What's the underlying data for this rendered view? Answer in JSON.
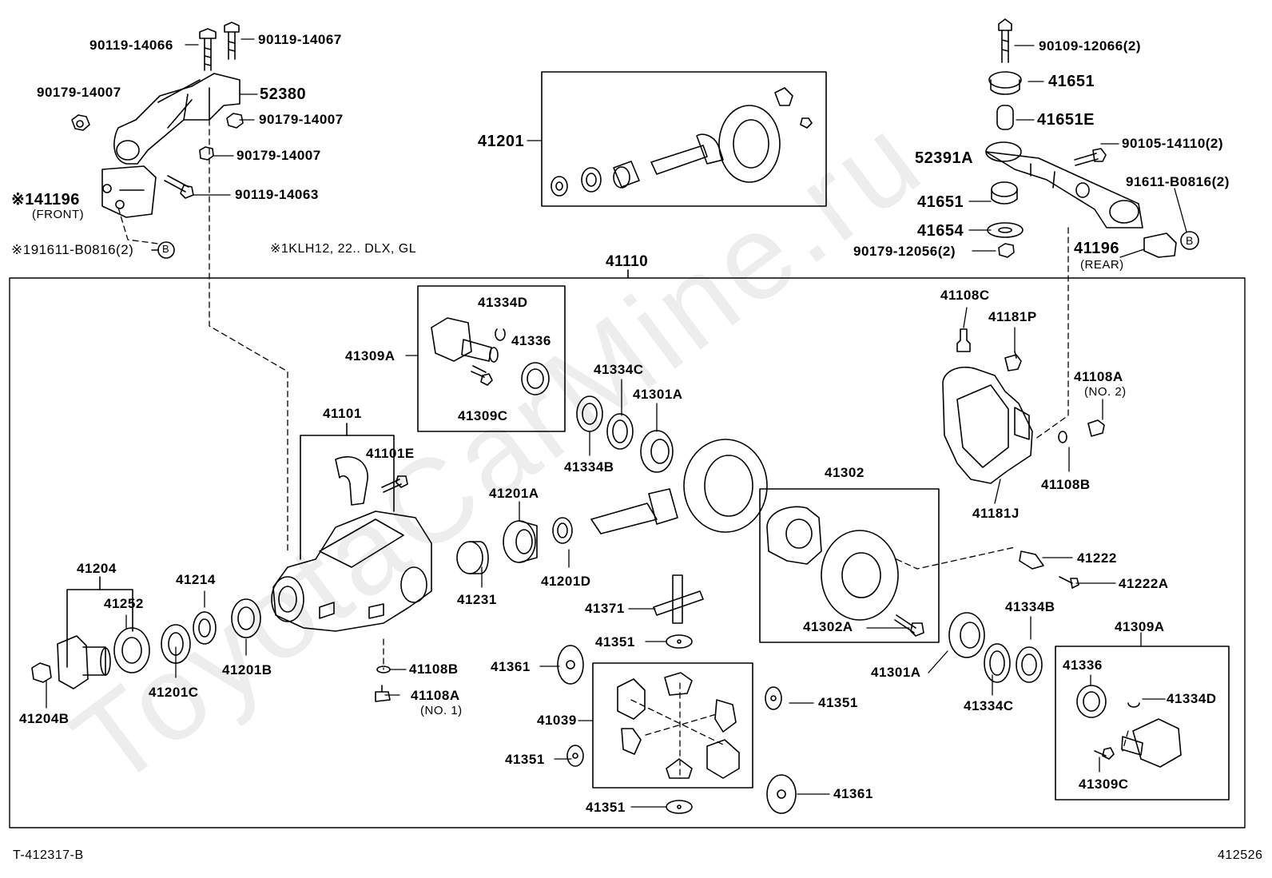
{
  "watermark": "ToyotaCarMine.ru",
  "footer": {
    "left_code": "T-412317-B",
    "right_code": "412526"
  },
  "notes": {
    "applicability": "※1KLH12, 22.. DLX, GL"
  },
  "callouts": {
    "p90119_14066": "90119-14066",
    "p90119_14067": "90119-14067",
    "p90179_14007_a": "90179-14007",
    "p52380": "52380",
    "p90179_14007_b": "90179-14007",
    "p90179_14007_c": "90179-14007",
    "p141196": "※141196",
    "front": "(FRONT)",
    "p90119_14063": "90119-14063",
    "p91611_b0816_front": "※191611-B0816(2)",
    "b_front": "B",
    "p41201": "41201",
    "p90109_12066": "90109-12066(2)",
    "p41651_top": "41651",
    "p41651e": "41651E",
    "p52391a": "52391A",
    "p90105_14110": "90105-14110(2)",
    "p91611_b0816_rear": "91611-B0816(2)",
    "p41651_mid": "41651",
    "p41654": "41654",
    "p90179_12056": "90179-12056(2)",
    "p41196": "41196",
    "rear": "(REAR)",
    "b_rear": "B",
    "p41110": "41110",
    "p41334d_top": "41334D",
    "p41336_top": "41336",
    "p41309a_top": "41309A",
    "p41309c_top": "41309C",
    "p41108c": "41108C",
    "p41181p": "41181P",
    "p41108a_no2": "41108A",
    "no2": "(NO. 2)",
    "p41334c_top": "41334C",
    "p41301a_top": "41301A",
    "p41334b_top": "41334B",
    "p41101": "41101",
    "p41101e": "41101E",
    "p41201a": "41201A",
    "p41108b_right": "41108B",
    "p41181j": "41181J",
    "p41302": "41302",
    "p41204": "41204",
    "p41214": "41214",
    "p41252": "41252",
    "p41231": "41231",
    "p41201d": "41201D",
    "p41222": "41222",
    "p41222a": "41222A",
    "p41371": "41371",
    "p41302a": "41302A",
    "p41334b_bot": "41334B",
    "p41309a_bot": "41309A",
    "p41201b": "41201B",
    "p41201c": "41201C",
    "p41351_a": "41351",
    "p41108b_left": "41108B",
    "p41361_left": "41361",
    "p41301a_bot": "41301A",
    "p41336_bot": "41336",
    "p41108a_no1": "41108A",
    "no1": "(NO. 1)",
    "p41351_b": "41351",
    "p41334c_bot": "41334C",
    "p41334d_bot": "41334D",
    "p41204b": "41204B",
    "p41039": "41039",
    "p41351_c": "41351",
    "p41361_right": "41361",
    "p41309c_bot": "41309C",
    "p41351_d": "41351"
  }
}
